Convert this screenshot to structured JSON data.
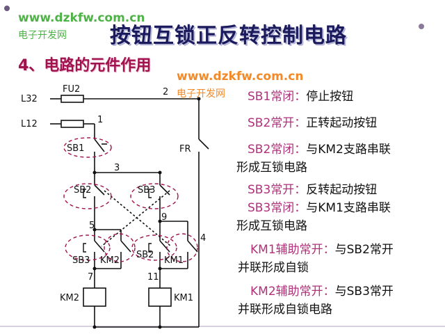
{
  "title": "按钮互锁正反转控制电路",
  "section_heading": "4、电路的元件作用",
  "watermark": {
    "url": "www.dzkfw.com.cn",
    "name": "电子开发网"
  },
  "diagram": {
    "nodes": [
      {
        "id": "L3",
        "label": "L32"
      },
      {
        "id": "L1",
        "label": "L12"
      },
      {
        "id": "FU2",
        "label": "FU2"
      },
      {
        "id": "n2",
        "label": "2"
      },
      {
        "id": "n1",
        "label": "1"
      },
      {
        "id": "SB1",
        "label": "SB1"
      },
      {
        "id": "FR",
        "label": "FR"
      },
      {
        "id": "n3",
        "label": "3"
      },
      {
        "id": "SB2",
        "label": "SB2"
      },
      {
        "id": "SB3",
        "label": "SB3"
      },
      {
        "id": "n5",
        "label": "5"
      },
      {
        "id": "n9",
        "label": "9"
      },
      {
        "id": "n4",
        "label": "4"
      },
      {
        "id": "SB3b",
        "label": "SB3"
      },
      {
        "id": "KM2c",
        "label": "KM2"
      },
      {
        "id": "SB2b",
        "label": "SB2"
      },
      {
        "id": "KM1c",
        "label": "KM1"
      },
      {
        "id": "n7",
        "label": "7"
      },
      {
        "id": "n11",
        "label": "11"
      },
      {
        "id": "KM2coil",
        "label": "KM2"
      },
      {
        "id": "KM1coil",
        "label": "KM1"
      }
    ]
  },
  "notes": [
    {
      "key": "SB1常闭：",
      "value": "停止按钮"
    },
    {
      "key": "SB2常开：",
      "value": "正转起动按钮"
    },
    {
      "key": "SB2常闭：",
      "value": "与KM2支路串联"
    },
    {
      "key": "",
      "value": "形成互锁电路"
    },
    {
      "key": "SB3常开：",
      "value": "反转起动按钮"
    },
    {
      "key": "SB3常闭：",
      "value": "与KM1支路串联"
    },
    {
      "key": "",
      "value": "形成互锁电路"
    },
    {
      "key": "KM1辅助常开：",
      "value": "与SB2常开"
    },
    {
      "key": "",
      "value": "并联形成自锁"
    },
    {
      "key": "KM2辅助常开：",
      "value": "与SB3常开"
    },
    {
      "key": "",
      "value": "并联形成自锁电路"
    }
  ]
}
